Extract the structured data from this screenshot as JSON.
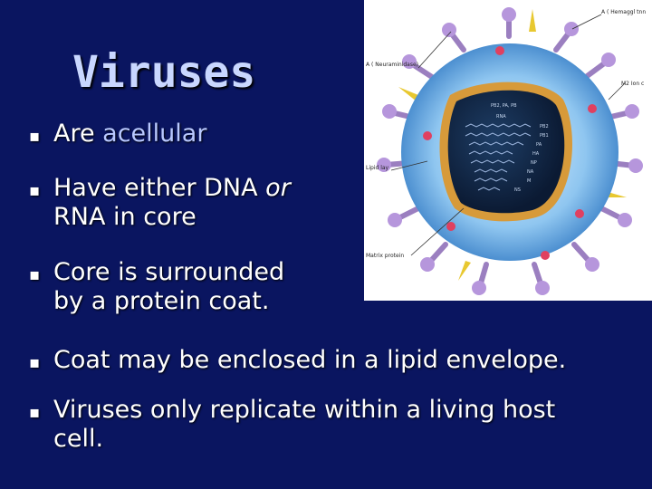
{
  "slide": {
    "title": "Viruses",
    "bullets": [
      {
        "pre": "Are ",
        "accent": "acellular"
      },
      {
        "line1_pre": "Have either DNA ",
        "line1_em": "or",
        "line2": "RNA in core"
      },
      {
        "line1": "Core is surrounded",
        "line2": "by a protein coat."
      },
      {
        "text": "Coat may be enclosed in a lipid envelope."
      },
      {
        "line1": "Viruses only replicate within a living host",
        "line2": "cell."
      }
    ]
  },
  "colors": {
    "background": "#0a1560",
    "title": "#c9d7ff",
    "accent": "#b8c8ff",
    "text": "#ffffff"
  },
  "figure": {
    "labels": {
      "top_right": "A ( Hemaggl tnn",
      "upper_left": "A ( Neuraminidase)",
      "right": "M2 Ion c",
      "middle_left": "Lipid lay",
      "bottom_left": "Matrix protein"
    },
    "core_labels": [
      "PB2, PA, PB",
      "RNA",
      "PB2",
      "PB1",
      "PA",
      "HA",
      "NP",
      "NA",
      "M",
      "NS"
    ]
  }
}
